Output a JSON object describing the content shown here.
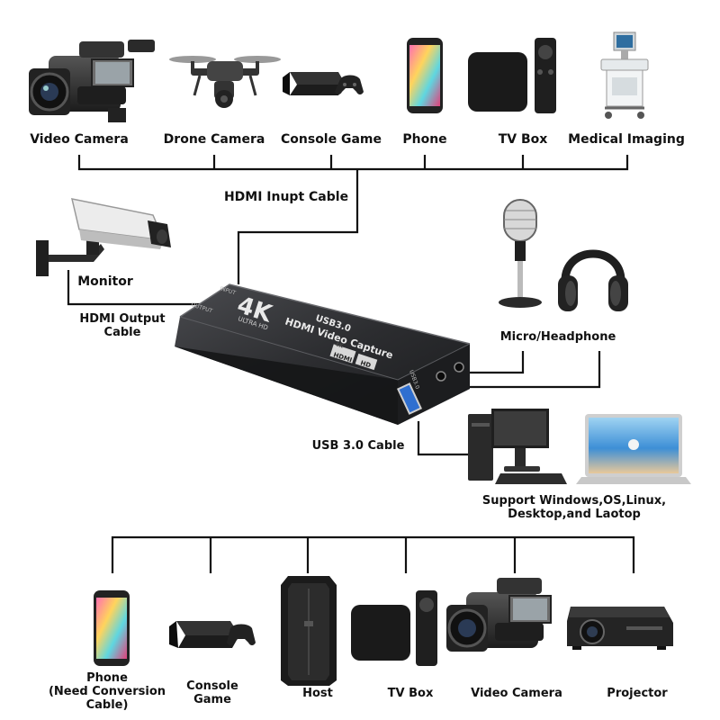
{
  "top_devices": [
    {
      "label": "Video Camera",
      "icon": "video-camera-icon"
    },
    {
      "label": "Drone Camera",
      "icon": "drone-icon"
    },
    {
      "label": "Console Game",
      "icon": "game-console-icon"
    },
    {
      "label": "Phone",
      "icon": "phone-icon"
    },
    {
      "label": "TV Box",
      "icon": "tv-box-icon"
    },
    {
      "label": "Medical Imaging",
      "icon": "medical-imaging-icon"
    }
  ],
  "cables": {
    "input": "HDMI Inupt Cable",
    "output": "HDMI Output\nCable",
    "usb": "USB 3.0 Cable"
  },
  "monitor": {
    "label": "Monitor",
    "icon": "security-camera-icon"
  },
  "audio": {
    "label": "Micro/Headphone",
    "icons": [
      "microphone-icon",
      "headphone-icon"
    ]
  },
  "computer": {
    "label": "Support Windows,OS,Linux,\nDesktop,and Laotop",
    "icons": [
      "desktop-computer-icon",
      "laptop-icon"
    ]
  },
  "capture_device": {
    "brand": "4K",
    "ultra": "ULTRA HD",
    "usb": "USB3.0",
    "name": "HDMI Video Capture",
    "port_in": "INPUT",
    "port_out": "OUTPUT",
    "side_usb": "USB3.0",
    "badge_hdmi": "HDMI",
    "badge_hd": "HD",
    "badge_4k": "4K"
  },
  "bottom_devices": [
    {
      "label": "Phone\n(Need Conversion\nCable)",
      "icon": "phone-icon"
    },
    {
      "label": "Console\nGame",
      "icon": "game-console-icon"
    },
    {
      "label": "Host",
      "icon": "pc-tower-icon"
    },
    {
      "label": "TV Box",
      "icon": "tv-box-icon"
    },
    {
      "label": "Video Camera",
      "icon": "video-camera-icon"
    },
    {
      "label": "Projector",
      "icon": "projector-icon"
    }
  ],
  "colors": {
    "line": "#111111",
    "device_body": "#2a2b2e",
    "text": "#111111"
  }
}
